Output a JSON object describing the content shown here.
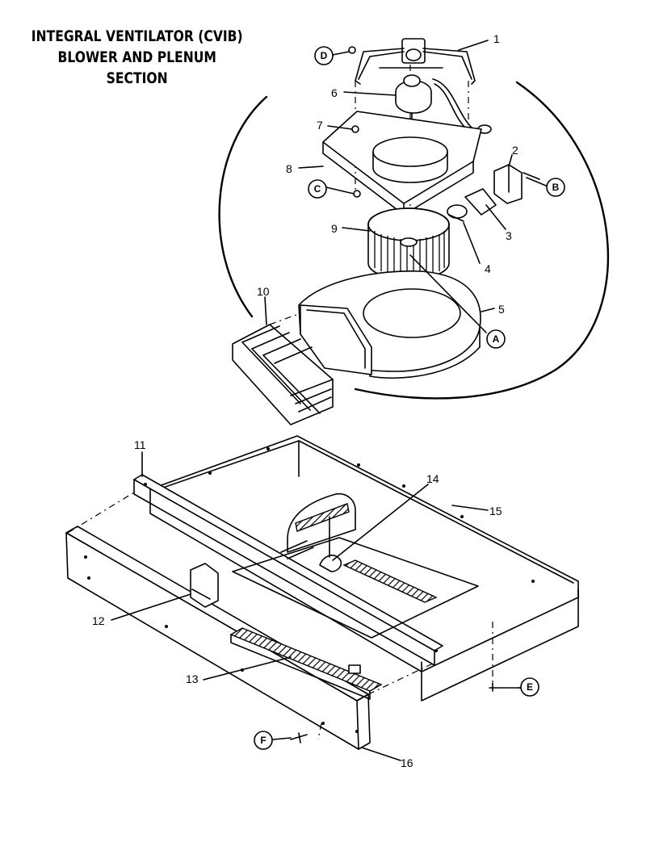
{
  "title": {
    "line1": "INTEGRAL VENTILATOR (CVIB)",
    "line2": "BLOWER AND PLENUM",
    "line3": "SECTION"
  },
  "part_numbers": [
    "1",
    "2",
    "3",
    "4",
    "5",
    "6",
    "7",
    "8",
    "9",
    "10",
    "11",
    "12",
    "13",
    "14",
    "15",
    "16"
  ],
  "callouts": [
    "A",
    "B",
    "C",
    "D",
    "E",
    "F"
  ]
}
